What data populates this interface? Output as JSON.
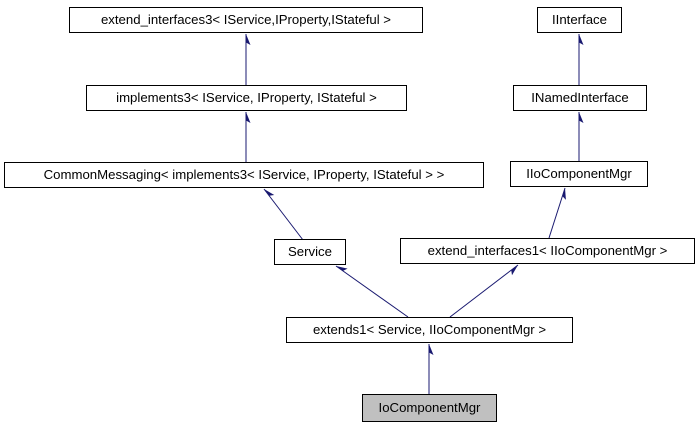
{
  "colors": {
    "edge": "#191970",
    "node_border": "#000000",
    "node_fill": "#ffffff",
    "highlight_fill": "#c0c0c0",
    "background": "#ffffff"
  },
  "diagram": {
    "type": "class-inheritance-graph",
    "nodes": [
      {
        "id": "extend_interfaces3",
        "label": "extend_interfaces3< IService,IProperty,IStateful >",
        "highlighted": false
      },
      {
        "id": "IInterface",
        "label": "IInterface",
        "highlighted": false
      },
      {
        "id": "implements3",
        "label": "implements3< IService, IProperty, IStateful >",
        "highlighted": false
      },
      {
        "id": "INamedInterface",
        "label": "INamedInterface",
        "highlighted": false
      },
      {
        "id": "CommonMessaging",
        "label": "CommonMessaging< implements3< IService, IProperty, IStateful > >",
        "highlighted": false
      },
      {
        "id": "IIoComponentMgr",
        "label": "IIoComponentMgr",
        "highlighted": false
      },
      {
        "id": "Service",
        "label": "Service",
        "highlighted": false
      },
      {
        "id": "extend_interfaces1",
        "label": "extend_interfaces1< IIoComponentMgr >",
        "highlighted": false
      },
      {
        "id": "extends1",
        "label": "extends1< Service, IIoComponentMgr >",
        "highlighted": false
      },
      {
        "id": "IoComponentMgr",
        "label": "IoComponentMgr",
        "highlighted": true
      }
    ],
    "edges": [
      {
        "from": "implements3",
        "to": "extend_interfaces3"
      },
      {
        "from": "CommonMessaging",
        "to": "implements3"
      },
      {
        "from": "Service",
        "to": "CommonMessaging"
      },
      {
        "from": "INamedInterface",
        "to": "IInterface"
      },
      {
        "from": "IIoComponentMgr",
        "to": "INamedInterface"
      },
      {
        "from": "extend_interfaces1",
        "to": "IIoComponentMgr"
      },
      {
        "from": "extends1",
        "to": "Service"
      },
      {
        "from": "extends1",
        "to": "extend_interfaces1"
      },
      {
        "from": "IoComponentMgr",
        "to": "extends1"
      }
    ]
  }
}
